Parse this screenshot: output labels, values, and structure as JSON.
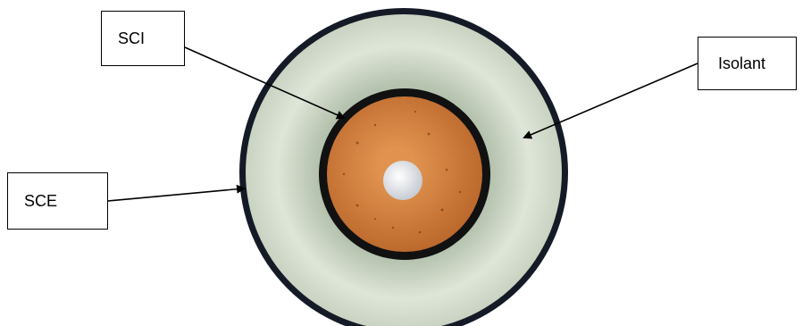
{
  "labels": {
    "sci": "SCI",
    "isolant": "Isolant",
    "sce": "SCE"
  },
  "colors": {
    "outer_sheath": "#141a26",
    "insulation_light": "#dfe6d8",
    "insulation_dark": "#b4c2ae",
    "inner_ring": "#111111",
    "copper_light": "#e0924e",
    "copper_dark": "#b9652a",
    "core_center": "#f2f4f7",
    "arrow": "#000000"
  }
}
